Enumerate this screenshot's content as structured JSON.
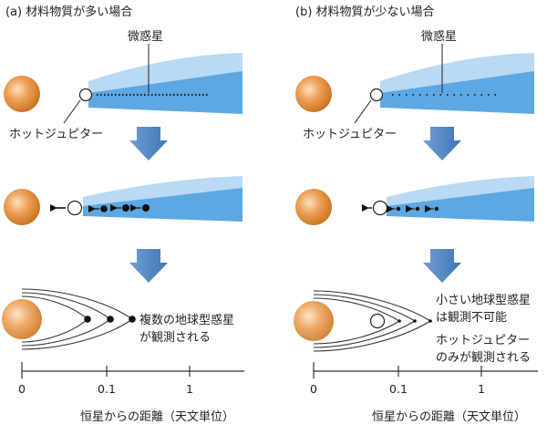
{
  "panels": {
    "a": {
      "header": "(a) 材料物質が多い場合",
      "planetesimal_label": "微惑星",
      "hot_jupiter_label": "ホットジュピター",
      "result_line1": "複数の地球型惑星",
      "result_line2": "が観測される",
      "axis_ticks": [
        "0",
        "0.1",
        "1"
      ],
      "axis_label": "恒星からの距離（天文単位）"
    },
    "b": {
      "header": "(b) 材料物質が少ない場合",
      "planetesimal_label": "微惑星",
      "hot_jupiter_label": "ホットジュピター",
      "result_line1": "小さい地球型惑星",
      "result_line2": "は観測不可能",
      "result_line3": "ホットジュピター",
      "result_line4": "のみが観測される",
      "axis_ticks": [
        "0",
        "0.1",
        "1"
      ],
      "axis_label": "恒星からの距離（天文単位）"
    }
  },
  "colors": {
    "star": "#e0892c",
    "disk_light": "#b9d9f4",
    "disk_dark": "#5da8e3",
    "arrow": "#4f86c6",
    "orbit": "#333333"
  }
}
